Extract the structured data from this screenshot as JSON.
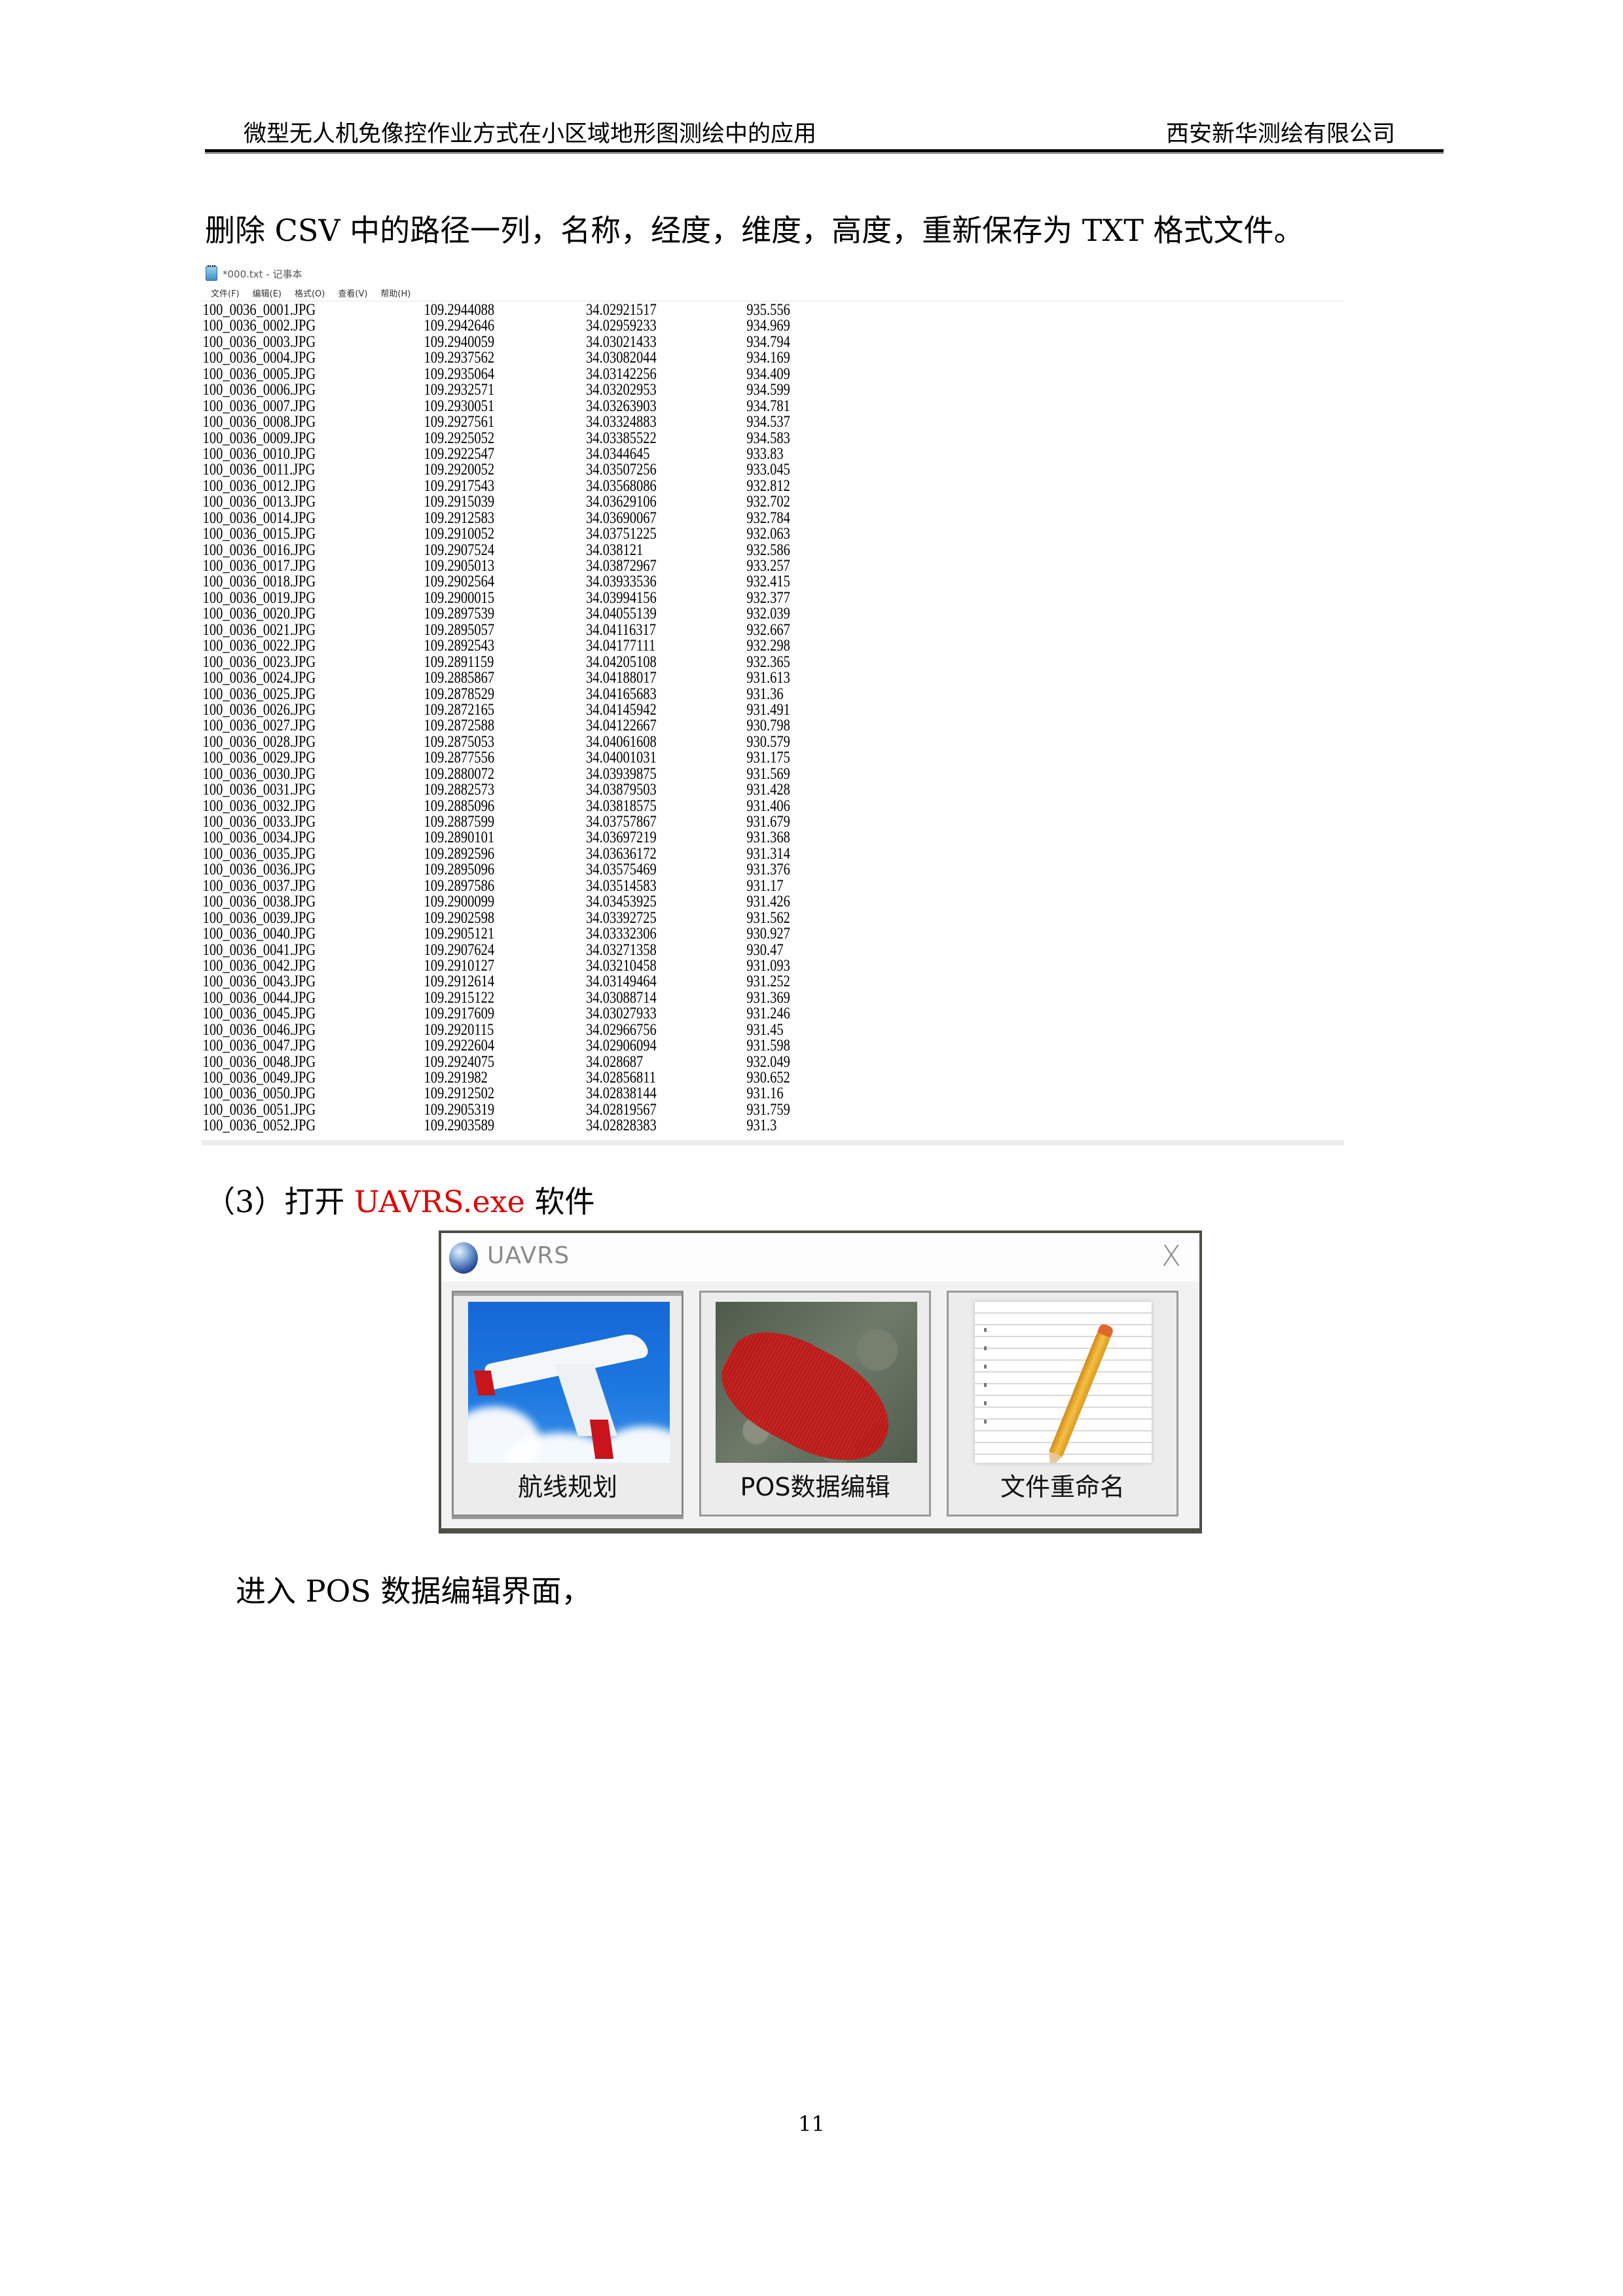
{
  "header": {
    "left": "微型无人机免像控作业方式在小区域地形图测绘中的应用",
    "right": "西安新华测绘有限公司"
  },
  "paragraphs": {
    "p1": "删除 CSV 中的路径一列，名称，经度，维度，高度，重新保存为 TXT 格式文件。",
    "p2_prefix": "（3）打开 ",
    "p2_highlight": "UAVRS.exe",
    "p2_suffix": " 软件",
    "p3": "进入 POS 数据编辑界面，"
  },
  "colors": {
    "highlight": "#e00000"
  },
  "notepad": {
    "title": "*000.txt - 记事本",
    "icon": "notepad-icon",
    "menu": [
      "文件(F)",
      "编辑(E)",
      "格式(O)",
      "查看(V)",
      "帮助(H)"
    ],
    "rows": [
      [
        "100_0036_0001.JPG",
        "109.2944088",
        "34.02921517",
        "935.556"
      ],
      [
        "100_0036_0002.JPG",
        "109.2942646",
        "34.02959233",
        "934.969"
      ],
      [
        "100_0036_0003.JPG",
        "109.2940059",
        "34.03021433",
        "934.794"
      ],
      [
        "100_0036_0004.JPG",
        "109.2937562",
        "34.03082044",
        "934.169"
      ],
      [
        "100_0036_0005.JPG",
        "109.2935064",
        "34.03142256",
        "934.409"
      ],
      [
        "100_0036_0006.JPG",
        "109.2932571",
        "34.03202953",
        "934.599"
      ],
      [
        "100_0036_0007.JPG",
        "109.2930051",
        "34.03263903",
        "934.781"
      ],
      [
        "100_0036_0008.JPG",
        "109.2927561",
        "34.03324883",
        "934.537"
      ],
      [
        "100_0036_0009.JPG",
        "109.2925052",
        "34.03385522",
        "934.583"
      ],
      [
        "100_0036_0010.JPG",
        "109.2922547",
        "34.0344645",
        "933.83"
      ],
      [
        "100_0036_0011.JPG",
        "109.2920052",
        "34.03507256",
        "933.045"
      ],
      [
        "100_0036_0012.JPG",
        "109.2917543",
        "34.03568086",
        "932.812"
      ],
      [
        "100_0036_0013.JPG",
        "109.2915039",
        "34.03629106",
        "932.702"
      ],
      [
        "100_0036_0014.JPG",
        "109.2912583",
        "34.03690067",
        "932.784"
      ],
      [
        "100_0036_0015.JPG",
        "109.2910052",
        "34.03751225",
        "932.063"
      ],
      [
        "100_0036_0016.JPG",
        "109.2907524",
        "34.038121",
        "932.586"
      ],
      [
        "100_0036_0017.JPG",
        "109.2905013",
        "34.03872967",
        "933.257"
      ],
      [
        "100_0036_0018.JPG",
        "109.2902564",
        "34.03933536",
        "932.415"
      ],
      [
        "100_0036_0019.JPG",
        "109.2900015",
        "34.03994156",
        "932.377"
      ],
      [
        "100_0036_0020.JPG",
        "109.2897539",
        "34.04055139",
        "932.039"
      ],
      [
        "100_0036_0021.JPG",
        "109.2895057",
        "34.04116317",
        "932.667"
      ],
      [
        "100_0036_0022.JPG",
        "109.2892543",
        "34.04177111",
        "932.298"
      ],
      [
        "100_0036_0023.JPG",
        "109.2891159",
        "34.04205108",
        "932.365"
      ],
      [
        "100_0036_0024.JPG",
        "109.2885867",
        "34.04188017",
        "931.613"
      ],
      [
        "100_0036_0025.JPG",
        "109.2878529",
        "34.04165683",
        "931.36"
      ],
      [
        "100_0036_0026.JPG",
        "109.2872165",
        "34.04145942",
        "931.491"
      ],
      [
        "100_0036_0027.JPG",
        "109.2872588",
        "34.04122667",
        "930.798"
      ],
      [
        "100_0036_0028.JPG",
        "109.2875053",
        "34.04061608",
        "930.579"
      ],
      [
        "100_0036_0029.JPG",
        "109.2877556",
        "34.04001031",
        "931.175"
      ],
      [
        "100_0036_0030.JPG",
        "109.2880072",
        "34.03939875",
        "931.569"
      ],
      [
        "100_0036_0031.JPG",
        "109.2882573",
        "34.03879503",
        "931.428"
      ],
      [
        "100_0036_0032.JPG",
        "109.2885096",
        "34.03818575",
        "931.406"
      ],
      [
        "100_0036_0033.JPG",
        "109.2887599",
        "34.03757867",
        "931.679"
      ],
      [
        "100_0036_0034.JPG",
        "109.2890101",
        "34.03697219",
        "931.368"
      ],
      [
        "100_0036_0035.JPG",
        "109.2892596",
        "34.03636172",
        "931.314"
      ],
      [
        "100_0036_0036.JPG",
        "109.2895096",
        "34.03575469",
        "931.376"
      ],
      [
        "100_0036_0037.JPG",
        "109.2897586",
        "34.03514583",
        "931.17"
      ],
      [
        "100_0036_0038.JPG",
        "109.2900099",
        "34.03453925",
        "931.426"
      ],
      [
        "100_0036_0039.JPG",
        "109.2902598",
        "34.03392725",
        "931.562"
      ],
      [
        "100_0036_0040.JPG",
        "109.2905121",
        "34.03332306",
        "930.927"
      ],
      [
        "100_0036_0041.JPG",
        "109.2907624",
        "34.03271358",
        "930.47"
      ],
      [
        "100_0036_0042.JPG",
        "109.2910127",
        "34.03210458",
        "931.093"
      ],
      [
        "100_0036_0043.JPG",
        "109.2912614",
        "34.03149464",
        "931.252"
      ],
      [
        "100_0036_0044.JPG",
        "109.2915122",
        "34.03088714",
        "931.369"
      ],
      [
        "100_0036_0045.JPG",
        "109.2917609",
        "34.03027933",
        "931.246"
      ],
      [
        "100_0036_0046.JPG",
        "109.2920115",
        "34.02966756",
        "931.45"
      ],
      [
        "100_0036_0047.JPG",
        "109.2922604",
        "34.02906094",
        "931.598"
      ],
      [
        "100_0036_0048.JPG",
        "109.2924075",
        "34.028687",
        "932.049"
      ],
      [
        "100_0036_0049.JPG",
        "109.291982",
        "34.02856811",
        "930.652"
      ],
      [
        "100_0036_0050.JPG",
        "109.2912502",
        "34.02838144",
        "931.16"
      ],
      [
        "100_0036_0051.JPG",
        "109.2905319",
        "34.02819567",
        "931.759"
      ],
      [
        "100_0036_0052.JPG",
        "109.2903589",
        "34.02828383",
        "931.3"
      ]
    ]
  },
  "uavrs": {
    "title": "UAVRS",
    "close": "X",
    "buttons": [
      {
        "label": "航线规划",
        "icon": "plane-icon"
      },
      {
        "label": "POS数据编辑",
        "icon": "pos-map-icon"
      },
      {
        "label": "文件重命名",
        "icon": "notepad-pencil-icon"
      }
    ]
  },
  "page_number": "11"
}
